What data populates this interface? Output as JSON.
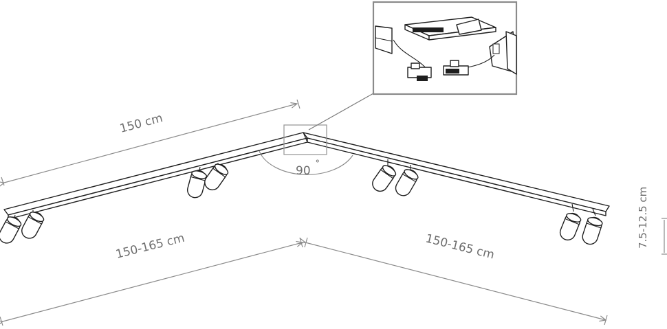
{
  "dimensions": {
    "top_rail_length": "150 cm",
    "left_span": "150-165 cm",
    "right_span": "150-165 cm",
    "corner_angle": "90",
    "degree_symbol": "˚",
    "height_range": "7.5-12.5 cm"
  }
}
